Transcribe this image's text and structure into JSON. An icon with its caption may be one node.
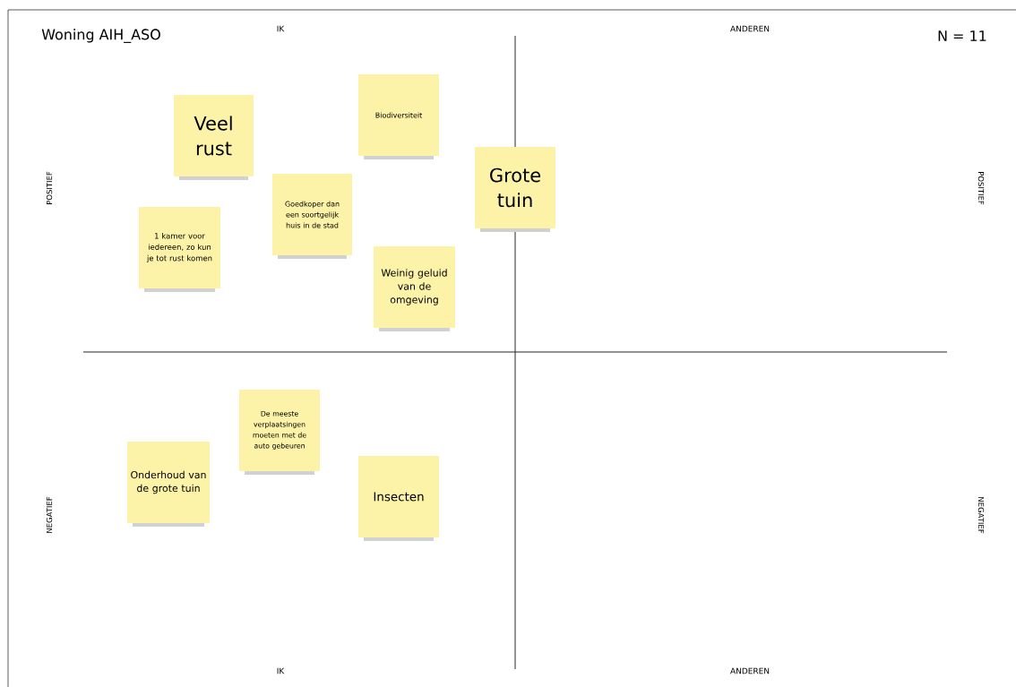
{
  "diagram": {
    "title": "Woning AIH_ASO",
    "nodes": [
      {
        "text": [
          "Biodiversiteit"
        ]
      },
      {
        "text": [
          "Veel rust"
        ]
      },
      {
        "text": [
          "Grote tuin"
        ]
      },
      {
        "text": [
          "Goedkoper dan een soortgelijk huis in de stad"
        ]
      },
      {
        "text": [
          "1 kamer voor iedereen, zo kun je tot rust komen"
        ]
      },
      {
        "text": [
          "Weinig geluid van de omgeving"
        ]
      },
      {
        "text": [
          "De meeste verplaatsingen moeten met de auto gebeuren"
        ]
      },
      {
        "text": [
          "Onderhoud van de grote tuin"
        ]
      },
      {
        "text": [
          "Insecten"
        ]
      }
    ],
    "labels": [
      "IK",
      "ANDEREN",
      "N = 11",
      "POSITIEF",
      "POSITIEF",
      "NEGATIEF",
      "NEGATIEF",
      "IK",
      "ANDEREN"
    ]
  }
}
